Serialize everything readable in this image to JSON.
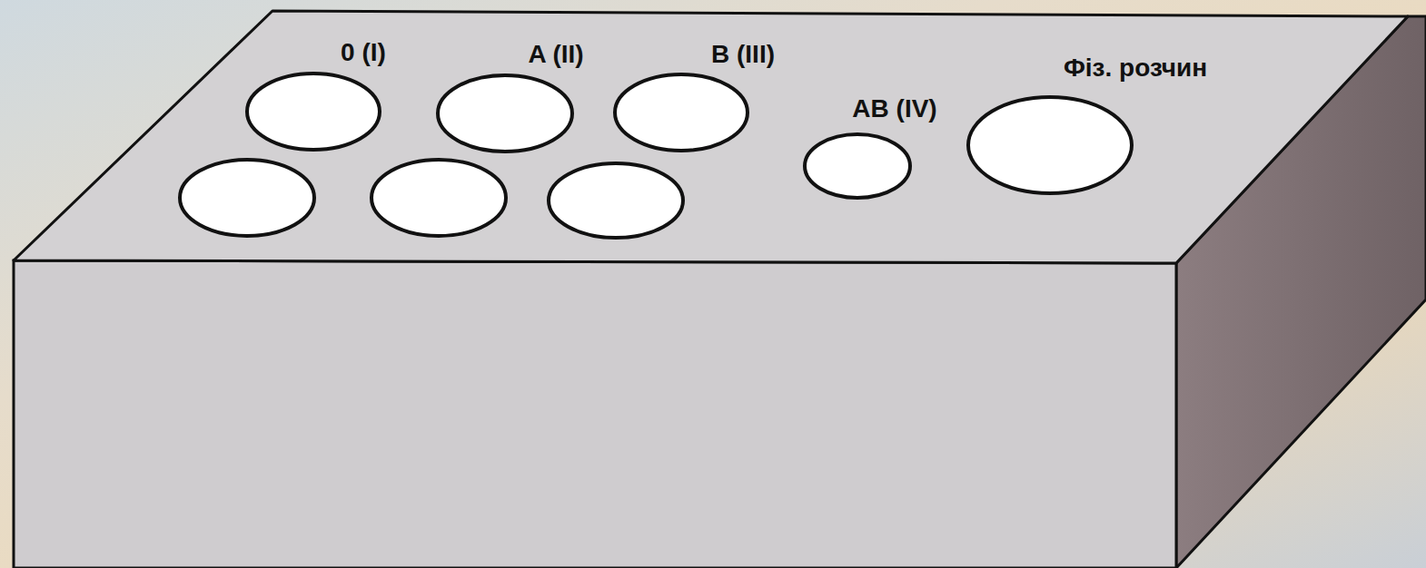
{
  "diagram": {
    "labels": [
      "0 (I)",
      "A (II)",
      "B (III)",
      "AB (IV)",
      "Фіз. розчин"
    ]
  }
}
